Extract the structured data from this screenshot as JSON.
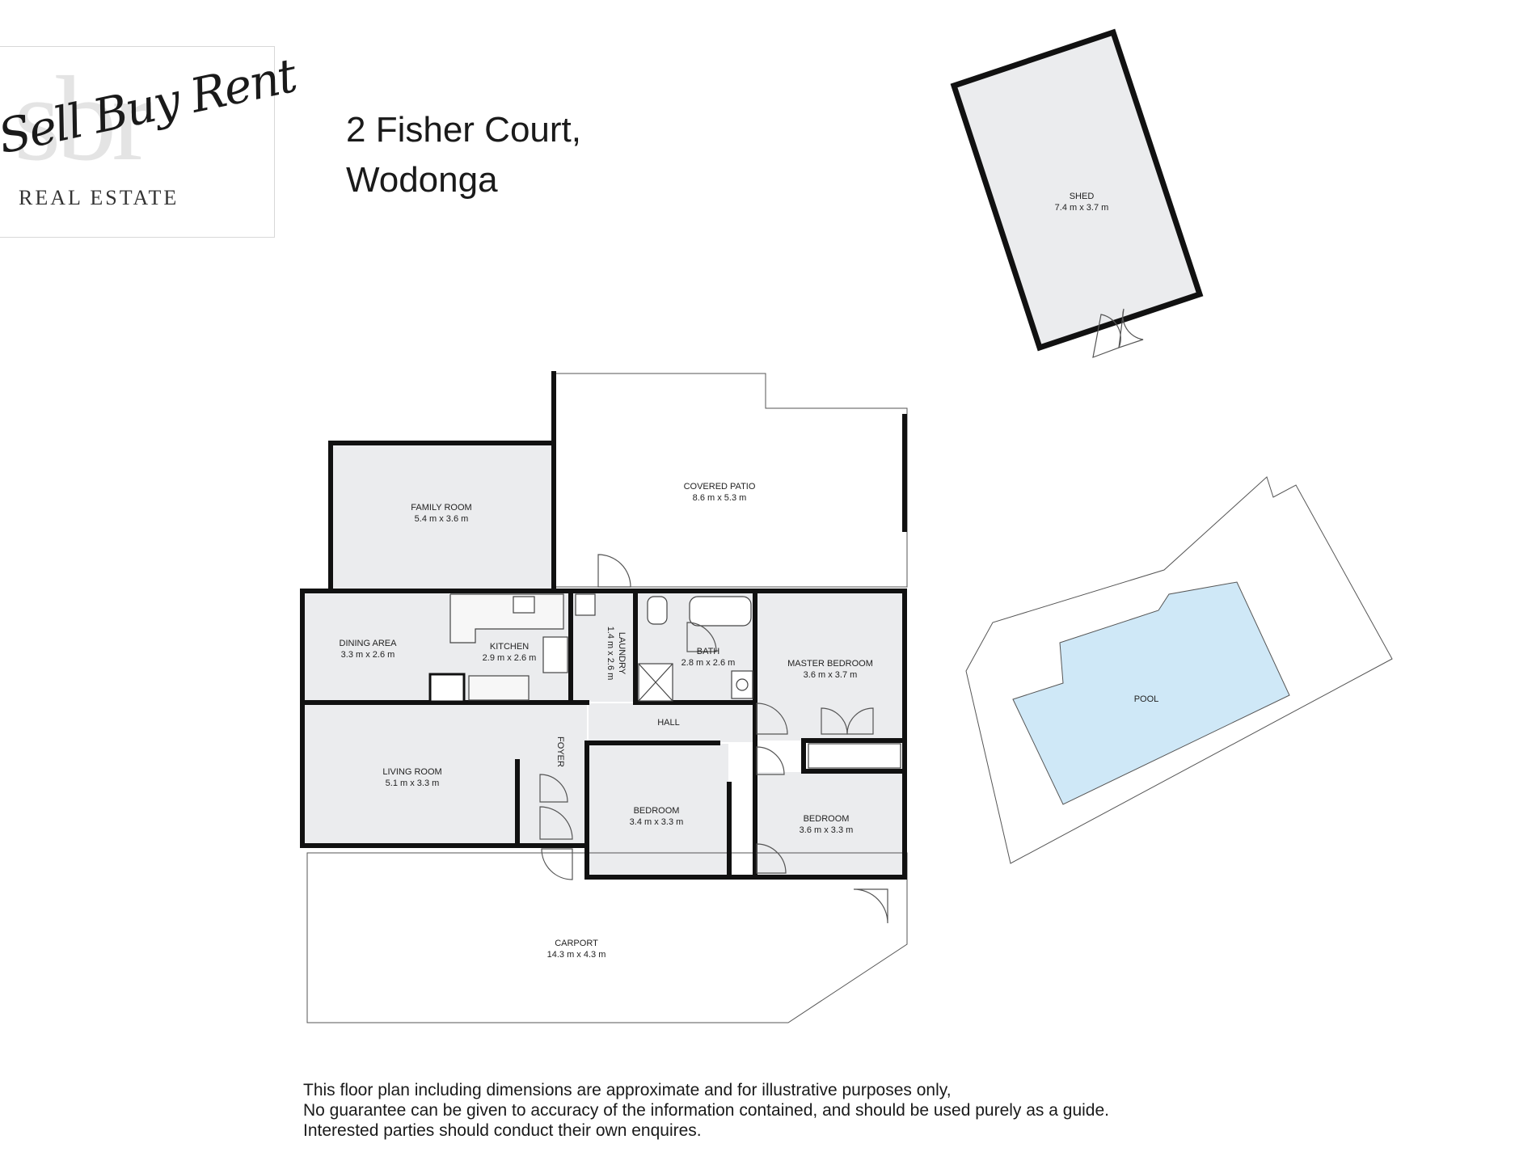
{
  "logo": {
    "monogram": "sbr",
    "script": "Sell Buy Rent",
    "sub": "REAL ESTATE"
  },
  "address": {
    "line1": "2 Fisher Court,",
    "line2": "Wodonga"
  },
  "rooms": {
    "shed": {
      "name": "SHED",
      "size": "7.4 m x 3.7 m"
    },
    "covered_patio": {
      "name": "COVERED PATIO",
      "size": "8.6 m x 5.3 m"
    },
    "family_room": {
      "name": "FAMILY ROOM",
      "size": "5.4 m x 3.6 m"
    },
    "dining_area": {
      "name": "DINING AREA",
      "size": "3.3 m x 2.6 m"
    },
    "kitchen": {
      "name": "KITCHEN",
      "size": "2.9 m x 2.6 m"
    },
    "laundry": {
      "name": "LAUNDRY",
      "size": "1.4 m x 2.6 m"
    },
    "bath": {
      "name": "BATH",
      "size": "2.8 m x 2.6 m"
    },
    "master_bedroom": {
      "name": "MASTER BEDROOM",
      "size": "3.6 m x 3.7 m"
    },
    "hall": {
      "name": "HALL"
    },
    "foyer": {
      "name": "FOYER"
    },
    "living_room": {
      "name": "LIVING ROOM",
      "size": "5.1 m x 3.3 m"
    },
    "bedroom_2": {
      "name": "BEDROOM",
      "size": "3.4 m x 3.3 m"
    },
    "bedroom_3": {
      "name": "BEDROOM",
      "size": "3.6 m x 3.3 m"
    },
    "carport": {
      "name": "CARPORT",
      "size": "14.3 m x 4.3 m"
    },
    "pool": {
      "name": "POOL"
    }
  },
  "colors": {
    "room_fill": "#ebecee",
    "wall": "#111111",
    "pool_water": "#cfe8f7"
  },
  "disclaimer": {
    "line1": "This floor plan including dimensions are approximate and for illustrative purposes only,",
    "line2": "No guarantee can be given to accuracy of the information contained, and should be used purely as a guide.",
    "line3": "Interested parties should conduct their own enquires."
  }
}
